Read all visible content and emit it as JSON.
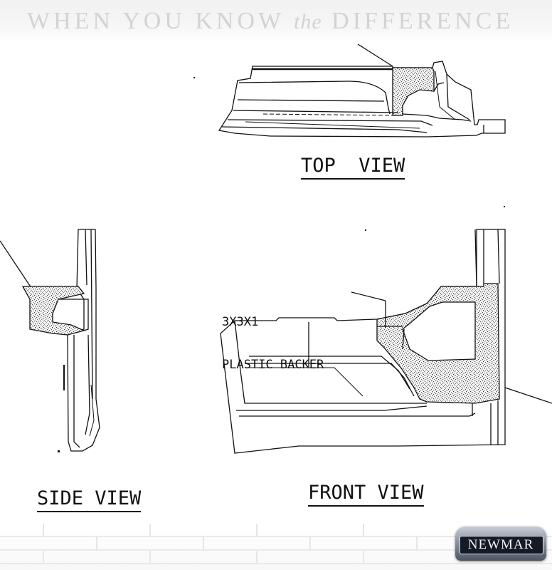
{
  "banner": {
    "part1": "WHEN YOU KNOW ",
    "part2": "the",
    "part3": " DIFFERENCE"
  },
  "labels": {
    "top_view": "TOP  VIEW",
    "side_view": "SIDE VIEW",
    "front_view": "FRONT VIEW"
  },
  "annotation": {
    "line1": "3X3X1",
    "line2": "PLASTIC BACKER"
  },
  "logo": {
    "text": "NEWMAR"
  }
}
